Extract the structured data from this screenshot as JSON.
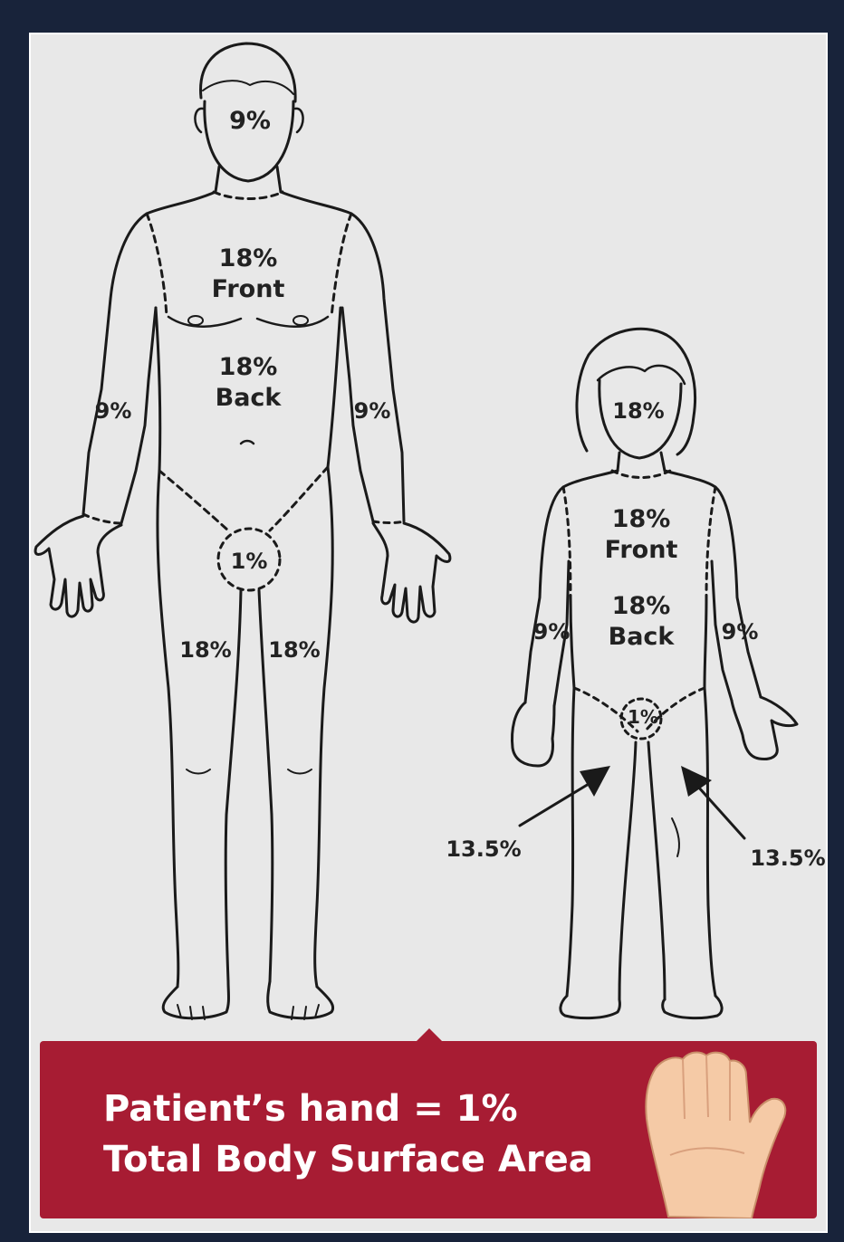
{
  "adult": {
    "head": "9%",
    "chest_pct": "18%",
    "chest_label": "Front",
    "abdomen_pct": "18%",
    "abdomen_label": "Back",
    "left_arm": "9%",
    "right_arm": "9%",
    "groin": "1%",
    "left_leg": "18%",
    "right_leg": "18%"
  },
  "child": {
    "head": "18%",
    "chest_pct": "18%",
    "chest_label": "Front",
    "abdomen_pct": "18%",
    "abdomen_label": "Back",
    "left_arm": "9%",
    "right_arm": "9%",
    "groin": "1%",
    "left_leg": "13.5%",
    "right_leg": "13.5%"
  },
  "banner": {
    "line1": "Patient’s hand = 1%",
    "line2": "Total Body Surface Area"
  },
  "colors": {
    "frame": "#18233a",
    "panel": "#e8e8e8",
    "banner": "#a71c33",
    "outline": "#1a1a1a",
    "skin": "#f5caa6"
  },
  "icons": [
    "hand-icon"
  ]
}
